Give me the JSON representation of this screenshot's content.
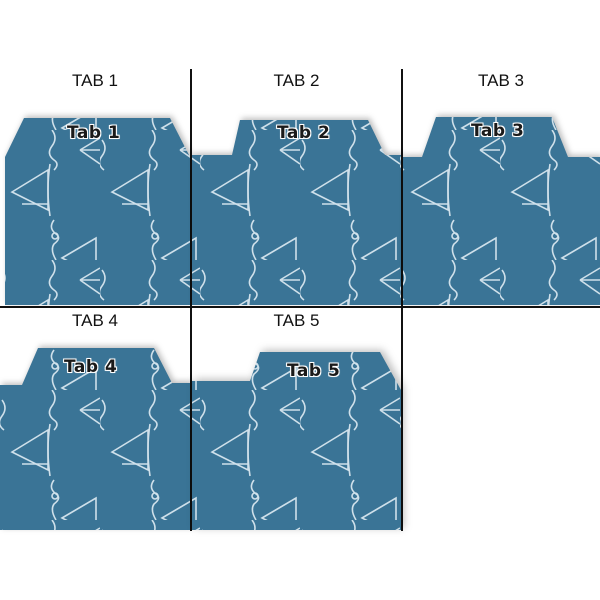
{
  "colors": {
    "card_blue": "#3a7496",
    "pattern_line": "#cfe0ea",
    "grid_line": "#111111",
    "background": "#ffffff"
  },
  "cells": [
    {
      "heading": "TAB 1",
      "tab_label": "Tab 1",
      "pattern_icon": "sailboat-wave-icon"
    },
    {
      "heading": "TAB 2",
      "tab_label": "Tab 2",
      "pattern_icon": "sailboat-wave-icon"
    },
    {
      "heading": "TAB 3",
      "tab_label": "Tab 3",
      "pattern_icon": "sailboat-wave-icon"
    },
    {
      "heading": "TAB 4",
      "tab_label": "Tab 4",
      "pattern_icon": "sailboat-wave-icon"
    },
    {
      "heading": "TAB 5",
      "tab_label": "Tab 5",
      "pattern_icon": "sailboat-wave-icon"
    }
  ]
}
